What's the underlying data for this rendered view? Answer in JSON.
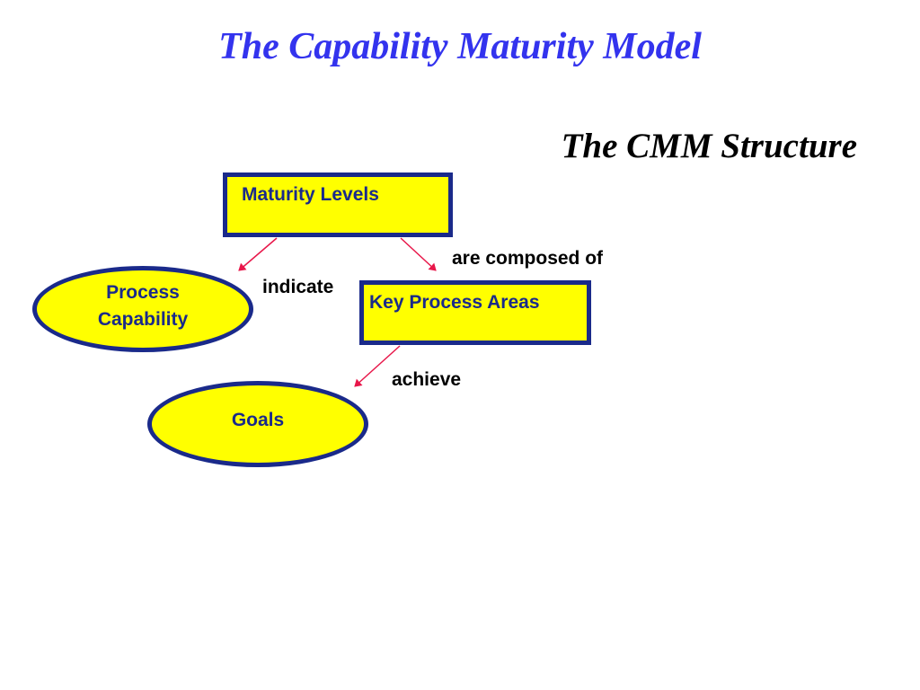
{
  "slide": {
    "title": "The Capability Maturity Model",
    "subtitle": "The CMM Structure"
  },
  "diagram": {
    "nodes": {
      "maturity_levels": "Maturity Levels",
      "key_process_areas": "Key Process Areas",
      "process_capability_line1": "Process",
      "process_capability_line2": "Capability",
      "goals": "Goals"
    },
    "relations": {
      "indicate": "indicate",
      "are_composed_of": "are composed of",
      "achieve": "achieve"
    }
  },
  "colors": {
    "title": "#3333ee",
    "node_fill": "#ffff00",
    "node_border": "#1a2a8a",
    "node_text": "#1a2a8a",
    "arrow": "#e8174a"
  }
}
